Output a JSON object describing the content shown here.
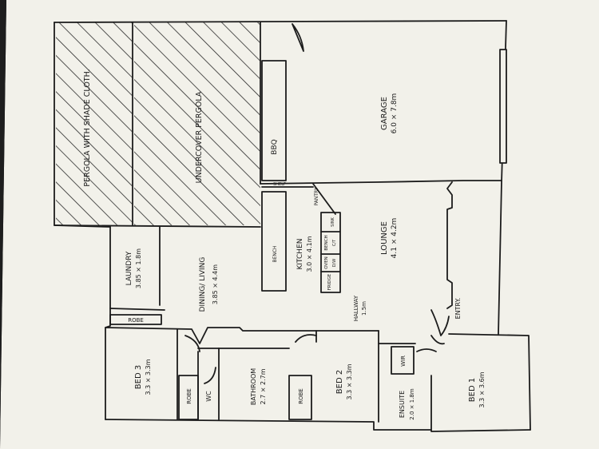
{
  "colors": {
    "paper": "#f2f1ea",
    "ink": "#1c1c1c",
    "backdrop": "#1e1e1e"
  },
  "rooms": {
    "pergola_shade": {
      "label": "PERGOLA WITH SHADE CLOTH."
    },
    "undercover_pergola": {
      "label": "UNDERCOVER PERGOLA"
    },
    "garage": {
      "name": "GARAGE",
      "size": "6.0 × 7.8m"
    },
    "bbq": {
      "label": "BBQ"
    },
    "pantry": {
      "label": "PANTRY"
    },
    "kitchen": {
      "name": "KITCHEN",
      "size": "3.0 × 4.1m"
    },
    "lounge": {
      "name": "LOUNGE",
      "size": "4.1 × 4.2m"
    },
    "laundry": {
      "name": "LAUNDRY",
      "size": "3.85 × 1.8m"
    },
    "dining": {
      "name": "DINING/ LIVING",
      "size": "3.85 × 4.4m"
    },
    "hallway": {
      "name": "HALLWAY",
      "size": "1.5m"
    },
    "entry": {
      "label": "ENTRY."
    },
    "bed3": {
      "name": "BED 3",
      "size": "3.3 × 3.3m"
    },
    "bathroom": {
      "name": "BATHROOM",
      "size": "2.7 × 2.7m"
    },
    "bed2": {
      "name": "BED 2",
      "size": "3.3 × 3.3m"
    },
    "ensuite": {
      "name": "ENSUITE",
      "size": "2.0 × 1.8m"
    },
    "bed1": {
      "name": "BED 1",
      "size": "3.3 × 3.6m"
    }
  },
  "fixtures": {
    "robe_laundry": "ROBE",
    "robe_bed3": "ROBE",
    "wc": "WC",
    "robe_bed2": "ROBE",
    "wir": "WIR",
    "bench_left": "BENCH",
    "bench_right": "BENCH",
    "fridge": "FRIDGE",
    "oven": "OVEN",
    "dw": "D/W",
    "cooktop": "C/T",
    "sink": "SINK",
    "shelf": "SHELF"
  }
}
